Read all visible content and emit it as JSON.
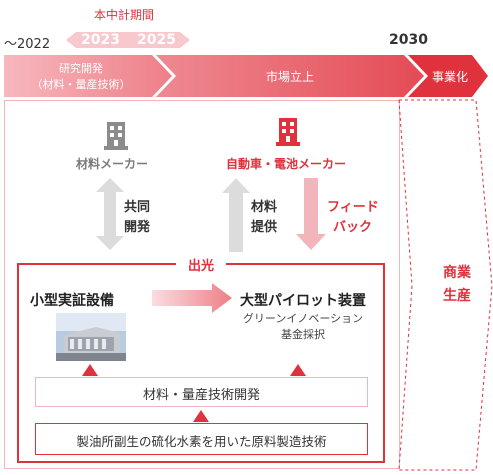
{
  "timeline": {
    "plan_label": "本中計期間",
    "year_start": "～2022",
    "year_2023": "2023",
    "year_2025": "2025",
    "year_2030": "2030",
    "phases": {
      "research": [
        "研究開発",
        "（材料・量産技術）"
      ],
      "market": "市場立上",
      "business": "事業化"
    }
  },
  "top": {
    "materials_maker": "材料メーカー",
    "auto_battery_maker": "自動車・電池メーカー",
    "joint_dev": [
      "共同",
      "開発"
    ],
    "material_supply": [
      "材料",
      "提供"
    ],
    "feedback": [
      "フィード",
      "バック"
    ]
  },
  "idemitsu_box": {
    "title": "出光",
    "small_facility": "小型実証設備",
    "pilot_facility": "大型パイロット装置",
    "gi_fund": [
      "グリーンイノベーション",
      "基金採択"
    ],
    "tech_dev": "材料・量産技術開発",
    "raw_material_tech": "製油所副生の硫化水素を用いた原料製造技術"
  },
  "commercial": [
    "商業",
    "生産"
  ],
  "colors": {
    "accent_red": "#e0323c",
    "light_red": "#f2b5bb",
    "gray_arrow": "#dcdcdc"
  }
}
